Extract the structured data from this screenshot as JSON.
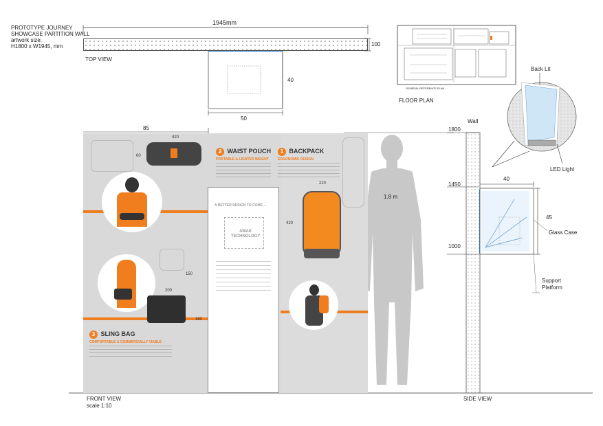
{
  "header": {
    "title_line1": "PROTOTYPE JOURNEY",
    "title_line2": "SHOWCASE PARTITION WALL",
    "artwork_label": "artwork size:",
    "artwork_size": "H1800 x W1945, mm"
  },
  "top_view": {
    "label": "TOP VIEW",
    "width_dim": "1945mm",
    "depth_dim": "100",
    "box_depth_dim": "40",
    "box_width_dim": "50"
  },
  "floor_plan": {
    "label": "FLOOR PLAN",
    "caption": "GENERAL REFERENCE PLAN"
  },
  "detail": {
    "back_lit": "Back Lit",
    "led_light": "LED Light"
  },
  "front_view": {
    "label": "FRONT  VIEW",
    "scale": "scale 1:10",
    "offset_dim": "85",
    "person_height": "1.8 m",
    "waist_pouch": {
      "num": "2",
      "title": "WAIST POUCH",
      "subtitle": "PORTABLE & LIGHTER WEIGHT",
      "dim_w": "420",
      "dim_h": "60"
    },
    "backpack": {
      "num": "1",
      "title": "BACKPACK",
      "subtitle": "ERGONOMIC DESIGN",
      "dim_w": "220",
      "dim_h": "420"
    },
    "sling_bag": {
      "num": "3",
      "title": "SLING BAG",
      "subtitle": "COMFORTABLE & COMMERCIALLY VIABLE",
      "dim_w": "200",
      "dim_h": "160",
      "dim_d": "150"
    },
    "center": {
      "headline": "A BETTER DESIGN TO COME ...",
      "logo_line1": "AWAK",
      "logo_line2": "TECHNOLOGY"
    }
  },
  "side_view": {
    "label": "SIDE VIEW",
    "wall": "Wall",
    "h1800": "1800",
    "h1450": "1450",
    "h1000": "1000",
    "case_width": "40",
    "case_depth": "45",
    "glass_case": "Glass Case",
    "support_line1": "Support",
    "support_line2": "Platform"
  },
  "colors": {
    "accent": "#f07d1e",
    "panel": "#d9d9d9",
    "led": "#2a7fd4"
  }
}
